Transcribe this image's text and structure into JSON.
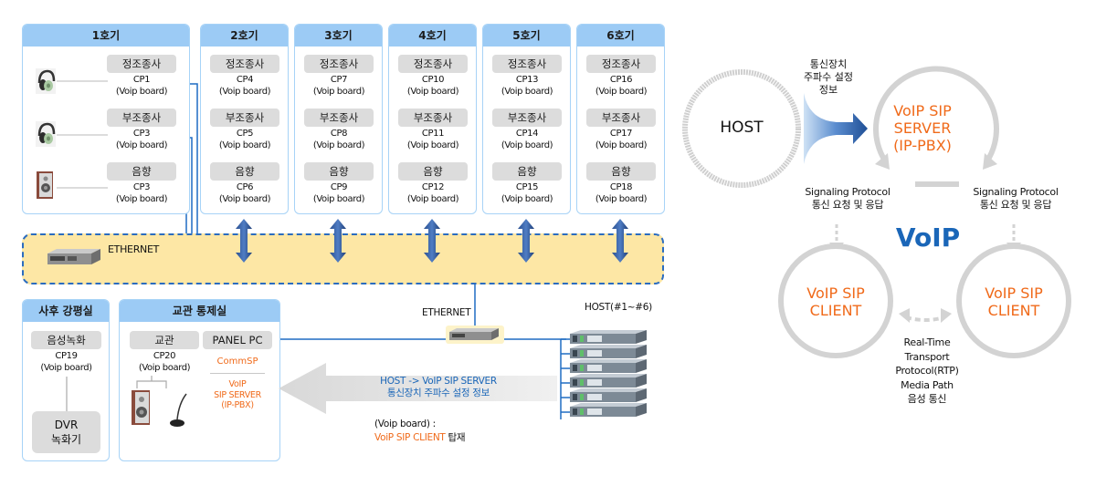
{
  "units": [
    {
      "title": "1호기",
      "slots": [
        {
          "role": "정조종사",
          "cp": "CP1",
          "board": "(Voip board)",
          "device": "headset"
        },
        {
          "role": "부조종사",
          "cp": "CP3",
          "board": "(Voip board)",
          "device": "headset"
        },
        {
          "role": "음향",
          "cp": "CP3",
          "board": "(Voip board)",
          "device": "speaker"
        }
      ]
    },
    {
      "title": "2호기",
      "slots": [
        {
          "role": "정조종사",
          "cp": "CP4",
          "board": "(Voip board)"
        },
        {
          "role": "부조종사",
          "cp": "CP5",
          "board": "(Voip board)"
        },
        {
          "role": "음향",
          "cp": "CP6",
          "board": "(Voip board)"
        }
      ]
    },
    {
      "title": "3호기",
      "slots": [
        {
          "role": "정조종사",
          "cp": "CP7",
          "board": "(Voip board)"
        },
        {
          "role": "부조종사",
          "cp": "CP8",
          "board": "(Voip board)"
        },
        {
          "role": "음향",
          "cp": "CP9",
          "board": "(Voip board)"
        }
      ]
    },
    {
      "title": "4호기",
      "slots": [
        {
          "role": "정조종사",
          "cp": "CP10",
          "board": "(Voip board)"
        },
        {
          "role": "부조종사",
          "cp": "CP11",
          "board": "(Voip board)"
        },
        {
          "role": "음향",
          "cp": "CP12",
          "board": "(Voip board)"
        }
      ]
    },
    {
      "title": "5호기",
      "slots": [
        {
          "role": "정조종사",
          "cp": "CP13",
          "board": "(Voip board)"
        },
        {
          "role": "부조종사",
          "cp": "CP14",
          "board": "(Voip board)"
        },
        {
          "role": "음향",
          "cp": "CP15",
          "board": "(Voip board)"
        }
      ]
    },
    {
      "title": "6호기",
      "slots": [
        {
          "role": "정조종사",
          "cp": "CP16",
          "board": "(Voip board)"
        },
        {
          "role": "부조종사",
          "cp": "CP17",
          "board": "(Voip board)"
        },
        {
          "role": "음향",
          "cp": "CP18",
          "board": "(Voip board)"
        }
      ]
    }
  ],
  "ethernet": {
    "main_label": "ETHERNET",
    "sub_label": "ETHERNET"
  },
  "debrief_room": {
    "title": "사후 강평실",
    "role": "음성녹화",
    "cp": "CP19",
    "board": "(Voip board)",
    "dvr_line1": "DVR",
    "dvr_line2": "녹화기"
  },
  "control_room": {
    "title": "교관 통제실",
    "instructor_role": "교관",
    "cp": "CP20",
    "board": "(Voip board)",
    "panel_pc": "PANEL PC",
    "commsp": "CommSP",
    "sip_server_line1": "VoIP",
    "sip_server_line2": "SIP SERVER",
    "sip_server_line3": "(IP-PBX)"
  },
  "host_rack": {
    "label": "HOST(#1~#6)",
    "count": 6
  },
  "flow_arrow": {
    "line1": "HOST -> VoIP SIP SERVER",
    "line2": "통신장치 주파수 설정 정보"
  },
  "note": {
    "line1": "(Voip board) :",
    "line2_orange": "VoiP SIP CLIENT",
    "line2_suffix": " 탑재"
  },
  "voip_diagram": {
    "host": "HOST",
    "setting_info": [
      "통신장치",
      "주파수 설정",
      "정보"
    ],
    "server": [
      "VoIP SIP",
      "SERVER",
      "(IP-PBX)"
    ],
    "signaling_left": [
      "Signaling Protocol",
      "통신 요청 및 응답"
    ],
    "signaling_right": [
      "Signaling Protocol",
      "통신 요청 및 응답"
    ],
    "center_title": "VoIP",
    "client_left": [
      "VoIP SIP",
      "CLIENT"
    ],
    "client_right": [
      "VoIP SIP",
      "CLIENT"
    ],
    "rtp": [
      "Real-Time",
      "Transport",
      "Protocol(RTP)",
      "Media Path",
      "음성 통신"
    ]
  },
  "colors": {
    "accent_blue": "#1a66b8",
    "orange": "#f06a1a",
    "header_blue": "#9ccbf5",
    "ethernet_band": "#fde7a5",
    "role_gray": "#dcdcdc",
    "circle_gray": "#d3d3d3"
  }
}
